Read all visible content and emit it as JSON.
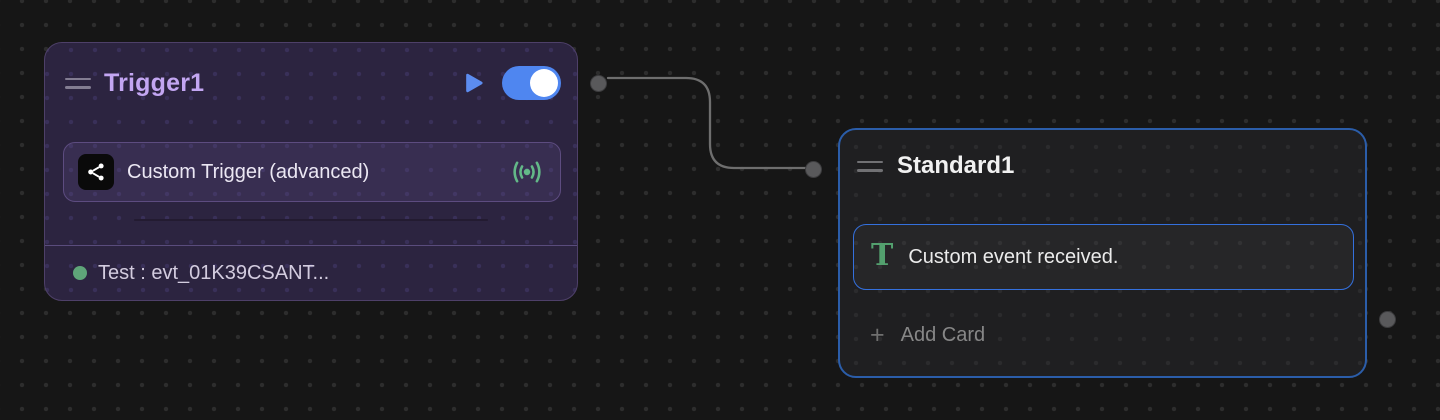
{
  "canvas": {
    "background": "#161616",
    "dot_color": "#2d2d2d"
  },
  "colors": {
    "accent_purple": "#c3a6f2",
    "accent_blue": "#4f86f0",
    "accent_green": "#63b888",
    "wire": "#6e6e6e",
    "port_fill": "#59595b",
    "standard_border_blue": "#2b5da9",
    "card_border_blue": "#3470dd",
    "status_green": "#5fa579"
  },
  "trigger_node": {
    "title": "Trigger1",
    "card": {
      "label": "Custom Trigger (advanced)",
      "leading_icon": "share-icon",
      "trailing_icon": "broadcast-icon"
    },
    "toggle": {
      "state": "on"
    },
    "status": {
      "label": "Test : evt_01K39CSANT..."
    }
  },
  "standard_node": {
    "title": "Standard1",
    "card": {
      "label": "Custom event received.",
      "leading_icon": "text-icon",
      "glyph": "T"
    },
    "add_card": {
      "label": "Add Card",
      "glyph": "+"
    }
  }
}
